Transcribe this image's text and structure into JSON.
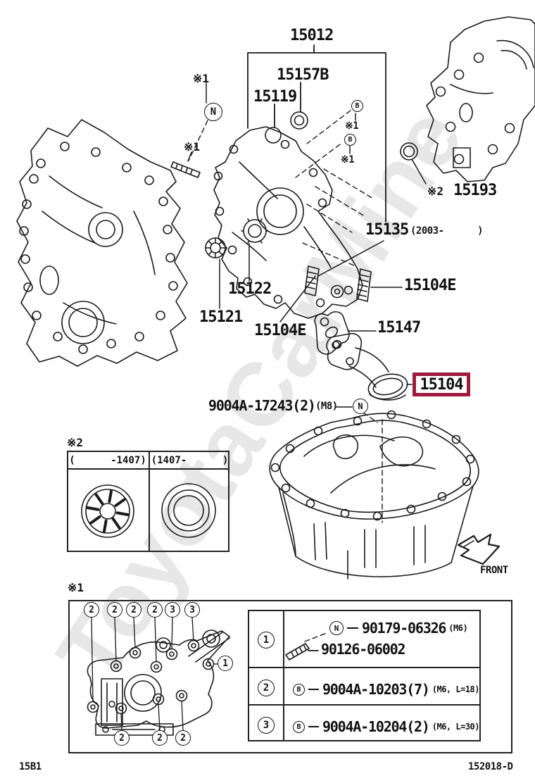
{
  "watermark": "ToyotaCarMine",
  "notes": {
    "n1": "※1",
    "n2": "※2"
  },
  "markers": {
    "n": "N",
    "b": "B"
  },
  "parts": {
    "assy": "15012",
    "cover_seal": "15157B",
    "ring": "15119",
    "block_seal": "15193",
    "pump2003": "15135",
    "pump2003_qualifier": "(2003-      )",
    "stud_right": "15104E",
    "rotor_set": "15122",
    "seal": "15121",
    "stud_center": "15104E",
    "gasket": "15147",
    "strainer": "15104",
    "union_bolt": "9004A-17243(2)",
    "union_bolt_qualifier": "(M8)"
  },
  "front_label": "FRONT",
  "variant_table": {
    "note": "※2",
    "left_header": "(      -1407)",
    "right_header": "(1407-      )"
  },
  "torque_diagram": {
    "note": "※1",
    "top_callouts": [
      "2",
      "2",
      "2",
      "2",
      "3",
      "3"
    ],
    "right_callout": "1",
    "bottom_callouts": [
      "2",
      "2",
      "2"
    ]
  },
  "fastener_table": {
    "rows": [
      {
        "no": "1",
        "line1": {
          "marker": "N",
          "part": "90179-06326",
          "qualifier": "(M6)"
        },
        "line2": {
          "part": "90126-06002"
        }
      },
      {
        "no": "2",
        "line1": {
          "marker": "B",
          "part": "9004A-10203(7)",
          "qualifier": "(M6, L=18)"
        }
      },
      {
        "no": "3",
        "line1": {
          "marker": "B",
          "part": "9004A-10204(2)",
          "qualifier": "(M6, L=30)"
        }
      }
    ]
  },
  "footer": {
    "left": "15B1",
    "right": "152018-D"
  },
  "colors": {
    "highlight": "#9d1c3e",
    "ink": "#1a1a1a",
    "watermark": "#e7e7e7"
  }
}
